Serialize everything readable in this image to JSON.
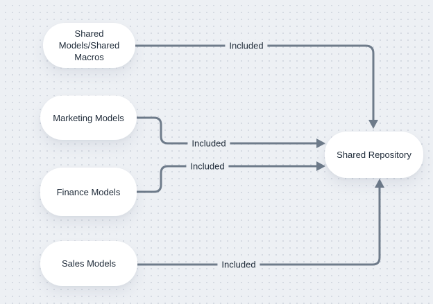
{
  "diagram": {
    "colors": {
      "background": "#edf0f4",
      "dot_grid": "#d3d8e0",
      "edge": "#6e7b8a",
      "node_fill": "#ffffff",
      "text": "#202c3a"
    },
    "nodes": [
      {
        "id": "shared-models-macros",
        "label": "Shared Models/Shared Macros"
      },
      {
        "id": "marketing-models",
        "label": "Marketing Models"
      },
      {
        "id": "finance-models",
        "label": "Finance Models"
      },
      {
        "id": "sales-models",
        "label": "Sales Models"
      },
      {
        "id": "shared-repository",
        "label": "Shared Repository"
      }
    ],
    "edges": [
      {
        "from": "shared-models-macros",
        "to": "shared-repository",
        "label": "Included",
        "arrow_direction": "down-into-top"
      },
      {
        "from": "marketing-models",
        "to": "shared-repository",
        "label": "Included",
        "arrow_direction": "right-into-left"
      },
      {
        "from": "finance-models",
        "to": "shared-repository",
        "label": "Included",
        "arrow_direction": "right-into-left"
      },
      {
        "from": "sales-models",
        "to": "shared-repository",
        "label": "Included",
        "arrow_direction": "up-into-bottom"
      }
    ]
  }
}
